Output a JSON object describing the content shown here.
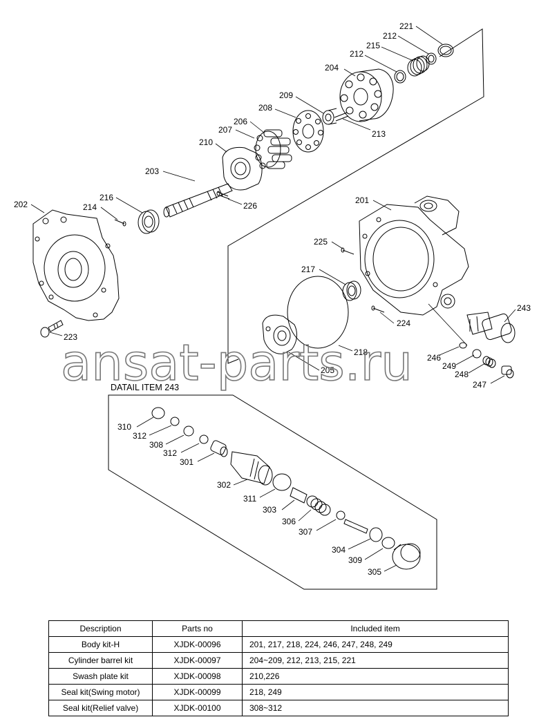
{
  "watermark": "ansat-parts.ru",
  "detail_title": "DATAIL ITEM 243",
  "labels": {
    "p201": "201",
    "p202": "202",
    "p203": "203",
    "p204": "204",
    "p205": "205",
    "p206": "206",
    "p207": "207",
    "p208": "208",
    "p209": "209",
    "p210": "210",
    "p212a": "212",
    "p212b": "212",
    "p213": "213",
    "p214": "214",
    "p215": "215",
    "p216": "216",
    "p217": "217",
    "p218": "218",
    "p221": "221",
    "p223": "223",
    "p224": "224",
    "p225": "225",
    "p226": "226",
    "p243": "243",
    "p246": "246",
    "p247": "247",
    "p248": "248",
    "p249": "249",
    "d301": "301",
    "d302": "302",
    "d303": "303",
    "d304": "304",
    "d305": "305",
    "d306": "306",
    "d307": "307",
    "d308": "308",
    "d309": "309",
    "d310": "310",
    "d311": "311",
    "d312a": "312",
    "d312b": "312"
  },
  "table": {
    "headers": [
      "Description",
      "Parts no",
      "Included item"
    ],
    "rows": [
      {
        "description": "Body kit-H",
        "parts_no": "XJDK-00096",
        "items": "201, 217, 218, 224, 246, 247, 248, 249"
      },
      {
        "description": "Cylinder barrel kit",
        "parts_no": "XJDK-00097",
        "items": "204~209, 212, 213, 215, 221"
      },
      {
        "description": "Swash plate kit",
        "parts_no": "XJDK-00098",
        "items": "210,226"
      },
      {
        "description": "Seal kit(Swing motor)",
        "parts_no": "XJDK-00099",
        "items": "218, 249"
      },
      {
        "description": "Seal kit(Relief valve)",
        "parts_no": "XJDK-00100",
        "items": "308~312"
      }
    ]
  }
}
